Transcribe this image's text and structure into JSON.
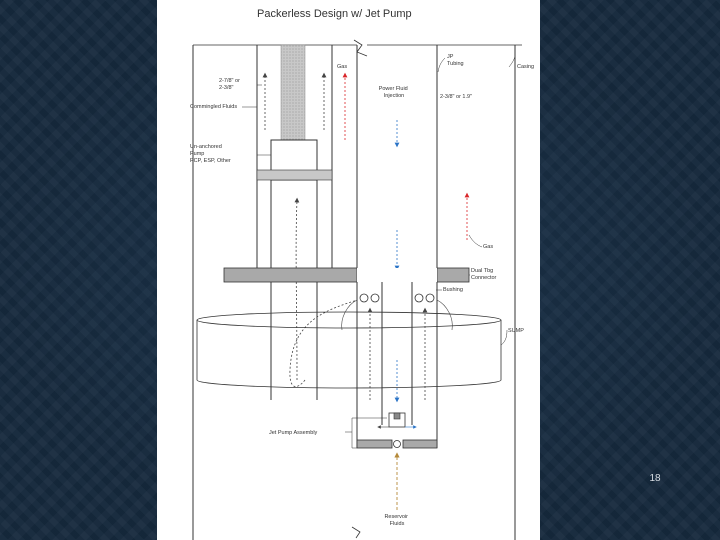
{
  "slide": {
    "title": "Packerless Design w/ Jet Pump",
    "slide_number": "18"
  },
  "labels": {
    "gas_top": "Gas",
    "tubing_size": "2-7/8\" or\n2-3/8\"",
    "commingled_fluids": "Commingled Fluids",
    "unanchored_pump": "Un-anchored\nPump\nPCP, ESP, Other",
    "power_fluid_injection": "Power Fluid\nInjection",
    "jp_tubing": "JP\nTubing",
    "casing": "Casing",
    "jp_tubing_size": "2-3/8\" or 1.9\"",
    "gas_right": "Gas",
    "dual_tbg_connector": "Dual Tbg\nConnector",
    "bushing": "Bushing",
    "sump": "SUMP",
    "jet_pump_assembly": "Jet Pump Assembly",
    "reservoir_fluids": "Reservoir\nFluids"
  },
  "colors": {
    "background": "#16293d",
    "panel": "#ffffff",
    "pipe_line": "#333333",
    "gray_fill": "#a9a9a9",
    "gas_arrow": "#d9262a",
    "power_fluid_arrow": "#2b74c7",
    "fluid_arrow": "#444444",
    "reservoir_arrow": "#b58a3a"
  }
}
